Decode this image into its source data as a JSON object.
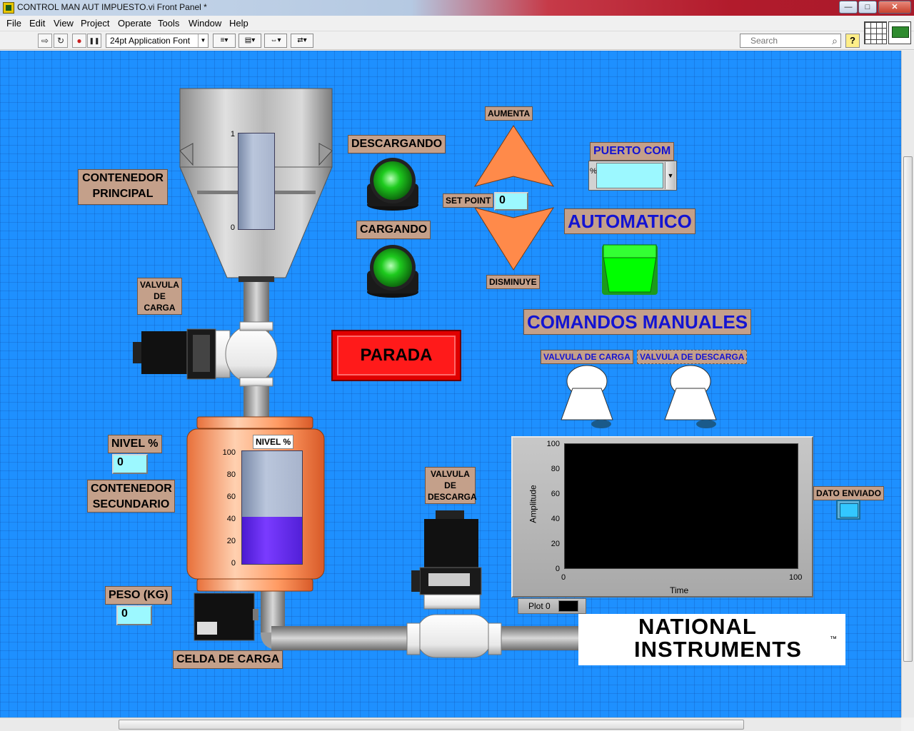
{
  "window": {
    "title": "CONTROL MAN AUT IMPUESTO.vi Front Panel *",
    "min_label": "—",
    "max_label": "□",
    "close_label": "✕"
  },
  "menu": [
    "File",
    "Edit",
    "View",
    "Project",
    "Operate",
    "Tools",
    "Window",
    "Help"
  ],
  "toolbar": {
    "run_icon": "⇨",
    "run_continuous_icon": "↻",
    "abort_icon": "●",
    "pause_icon": "❚❚",
    "font": "24pt Application Font",
    "font_arrow": "▼",
    "align_icon": "≡▾",
    "distribute_icon": "▤▾",
    "resize_icon": "⇔▾",
    "reorder_icon": "⇄▾",
    "search_placeholder": "Search",
    "search_icon": "⌕",
    "help_label": "?"
  },
  "panel": {
    "contenedor_principal": "CONTENEDOR PRINCIPAL",
    "main_tank": {
      "max": "1",
      "min": "0",
      "level": 0
    },
    "descargando": "DESCARGANDO",
    "cargando": "CARGANDO",
    "aumenta": "AUMENTA",
    "disminuye": "DISMINUYE",
    "set_point_label": "SET POINT",
    "set_point_value": "0",
    "puerto_com": "PUERTO COM",
    "puerto_com_prefix": "%",
    "puerto_com_arrow": "▼",
    "automatico": "AUTOMATICO",
    "valvula_de_carga_label": "VALVULA DE CARGA",
    "parada": "PARADA",
    "comandos_manuales": "COMANDOS MANUALES",
    "cmd_valvula_carga": "VALVULA DE CARGA",
    "cmd_valvula_descarga": "VALVULA DE DESCARGA",
    "nivel_label": "NIVEL %",
    "nivel_value": "0",
    "contenedor_secundario": "CONTENEDOR SECUNDARIO",
    "secondary_tank": {
      "label": "NIVEL %",
      "ticks": [
        "100",
        "80",
        "60",
        "40",
        "20",
        "0"
      ],
      "level": 42
    },
    "peso_label": "PESO (KG)",
    "peso_value": "0",
    "celda_de_carga": "CELDA DE CARGA",
    "valvula_de_descarga_label": "VALVULA DE DESCARGA",
    "dato_enviado": "DATO ENVIADO",
    "logo_text_1": "NATIONAL",
    "logo_text_2": "INSTRUMENTS",
    "logo_tm": "™"
  },
  "graph": {
    "y_ticks": [
      "100",
      "80",
      "60",
      "40",
      "20",
      "0"
    ],
    "x_ticks": [
      "0",
      "100"
    ],
    "xlabel": "Time",
    "ylabel": "Amplitude",
    "plot_legend": "Plot 0"
  },
  "colors": {
    "panel_bg": "#1e90ff",
    "label_bg": "#c4a08a",
    "numeric_bg": "#9cf8ff",
    "stop_red": "#ff1a1a",
    "auto_green": "#00ff00",
    "arrow_orange": "#ff8a4a",
    "tank_fill": "#6a2bff"
  }
}
